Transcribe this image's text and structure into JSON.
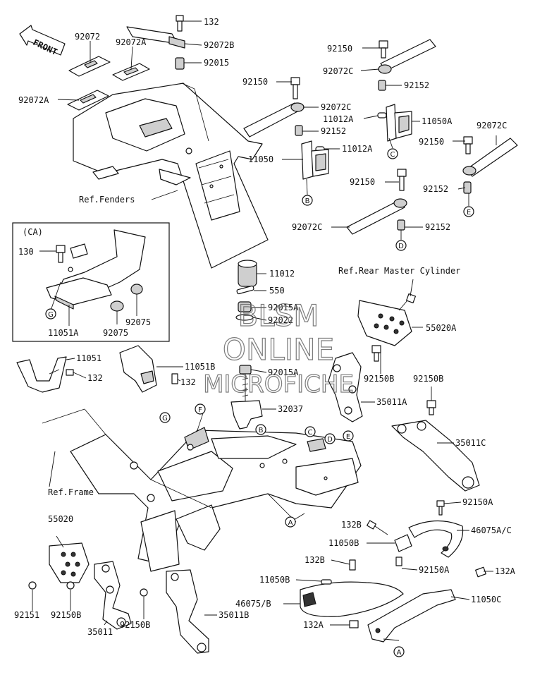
{
  "front_arrow": "FRONT",
  "inset_caption": "(CA)",
  "refs": {
    "fenders": "Ref.Fenders",
    "rear_master_cylinder": "Ref.Rear Master Cylinder",
    "frame": "Ref.Frame"
  },
  "watermark": {
    "line1": "BLSM",
    "line2": "ONLINE",
    "line3": "MICROFICHE"
  },
  "callouts": {
    "c_ca": "G",
    "c_b1": "B",
    "c_c1": "C",
    "c_e1": "E",
    "c_d1": "D",
    "c_g2": "G",
    "c_f2": "F",
    "c_b2": "B",
    "c_c2": "C",
    "c_d2": "D",
    "c_e2": "E",
    "c_a1": "A",
    "c_a2": "A"
  },
  "labels": {
    "p132_top": "132",
    "p92072B": "92072B",
    "p92015_top": "92015",
    "p92072": "92072",
    "p92072A_1": "92072A",
    "p92072A_2": "92072A",
    "p92150_1": "92150",
    "p92072C_1": "92072C",
    "p92152_1": "92152",
    "p92150_2": "92150",
    "p92072C_2": "92072C",
    "p11012A_1": "11012A",
    "p11050A": "11050A",
    "p92152_2": "92152",
    "p11012A_2": "11012A",
    "p92150_3": "92150",
    "p92072C_3": "92072C",
    "p11050": "11050",
    "p92150_4": "92150",
    "p92152_3": "92152",
    "p92072C_4": "92072C",
    "p92152_4": "92152",
    "p130": "130",
    "p11051A": "11051A",
    "p92075_1": "92075",
    "p92075_2": "92075",
    "p11012": "11012",
    "p550": "550",
    "p92015A_1": "92015A",
    "p92022": "92022",
    "p55020A": "55020A",
    "p11051": "11051",
    "p132_a": "132",
    "p11051B": "11051B",
    "p132_b": "132",
    "p92015A_2": "92015A",
    "p92150B_1": "92150B",
    "p92150B_2": "92150B",
    "p35011A": "35011A",
    "p32037": "32037",
    "p35011C": "35011C",
    "p92150A_1": "92150A",
    "p132B_1": "132B",
    "p46075AC": "46075A/C",
    "p11050B_1": "11050B",
    "p132B_2": "132B",
    "p92150A_2": "92150A",
    "p132A_1": "132A",
    "p11050B_2": "11050B",
    "p46075B": "46075/B",
    "p11050C": "11050C",
    "p132A_2": "132A",
    "p55020": "55020",
    "p92151": "92151",
    "p92150B_3": "92150B",
    "p92150B_4": "92150B",
    "p35011B": "35011B",
    "p35011": "35011"
  }
}
